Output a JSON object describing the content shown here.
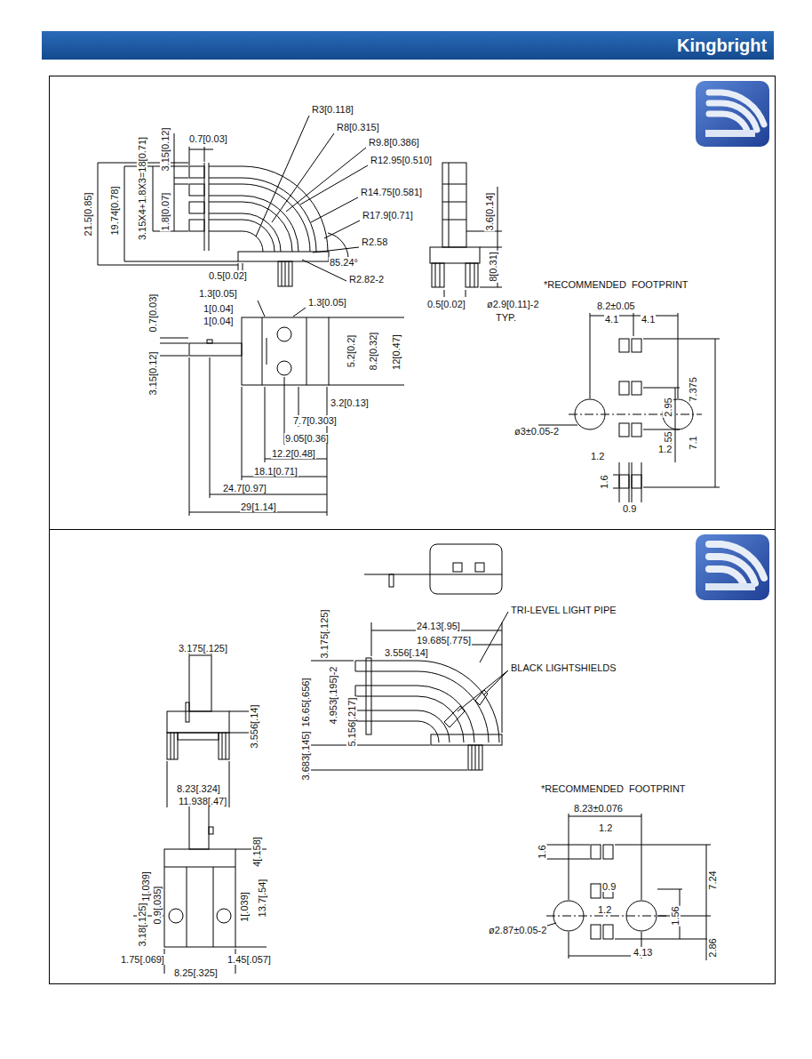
{
  "diagram": {
    "labels": [
      "Kingbright",
      "R3[0.118]",
      "0.7[0.03]",
      "R8[0.315]",
      "R9.8[0.386]",
      "R12.95[0.510]",
      "21.5[0.85]",
      "19.74[0.78]",
      "3.15X4+1.8X3=18[0.71]",
      "3.15[0.12]",
      "1.8[0.07]",
      "R14.75[0.581]",
      "R17.9[0.71]",
      "3.6[0.14]",
      "R2.58",
      "85.24°",
      "8[0.31]",
      "0.5[0.02]",
      "R2.82-2",
      "*RECOMMENDED  FOOTPRINT",
      "1.3[0.05]",
      "0.5[0.02]",
      "ø2.9[0.11]-2",
      "1.3[0.05]",
      "1[0.04]",
      "8.2±0.05",
      "0.7[0.03]",
      "1[0.04]",
      "TYP.",
      "4.1",
      "4.1",
      "5.2[0.2]",
      "8.2[0.32]",
      "12[0.47]",
      "7.375",
      "3.15[0.12]",
      "3.2[0.13]",
      "2.95",
      "7.7[0.303]",
      "ø3±0.05-2",
      "1.55",
      "9.05[0.36]",
      "7.1",
      "1.2",
      "1.2",
      "12.2[0.48]",
      "18.1[0.71]",
      "1.6",
      "24.7[0.97]",
      "29[1.14]",
      "0.9",
      "TRI-LEVEL LIGHT PIPE",
      "24.13[.95]",
      "3.175[.125]",
      "19.685[.775]",
      "3.175[.125]",
      "3.556[.14]",
      "BLACK LIGHTSHIELDS",
      "16.65[.656]",
      "4.953[.195]-2",
      "5.156[.217]",
      "3.556[.14]",
      "3.683[.145]",
      "8.23[.324]",
      "*RECOMMENDED  FOOTPRINT",
      "11.938[.47]",
      "8.23±0.076",
      "1.2",
      "4[.158]",
      "1.6",
      "7.24",
      "1[.039]",
      "0.9",
      "13.7[.54]",
      "0.9[.035]",
      "1[.039]",
      "1.56",
      "3.18[.125]",
      "1.2",
      "ø2.87±0.05-2",
      "2.86",
      "4.13",
      "1.45[.057]",
      "1.75[.069]",
      "8.25[.325]"
    ]
  }
}
